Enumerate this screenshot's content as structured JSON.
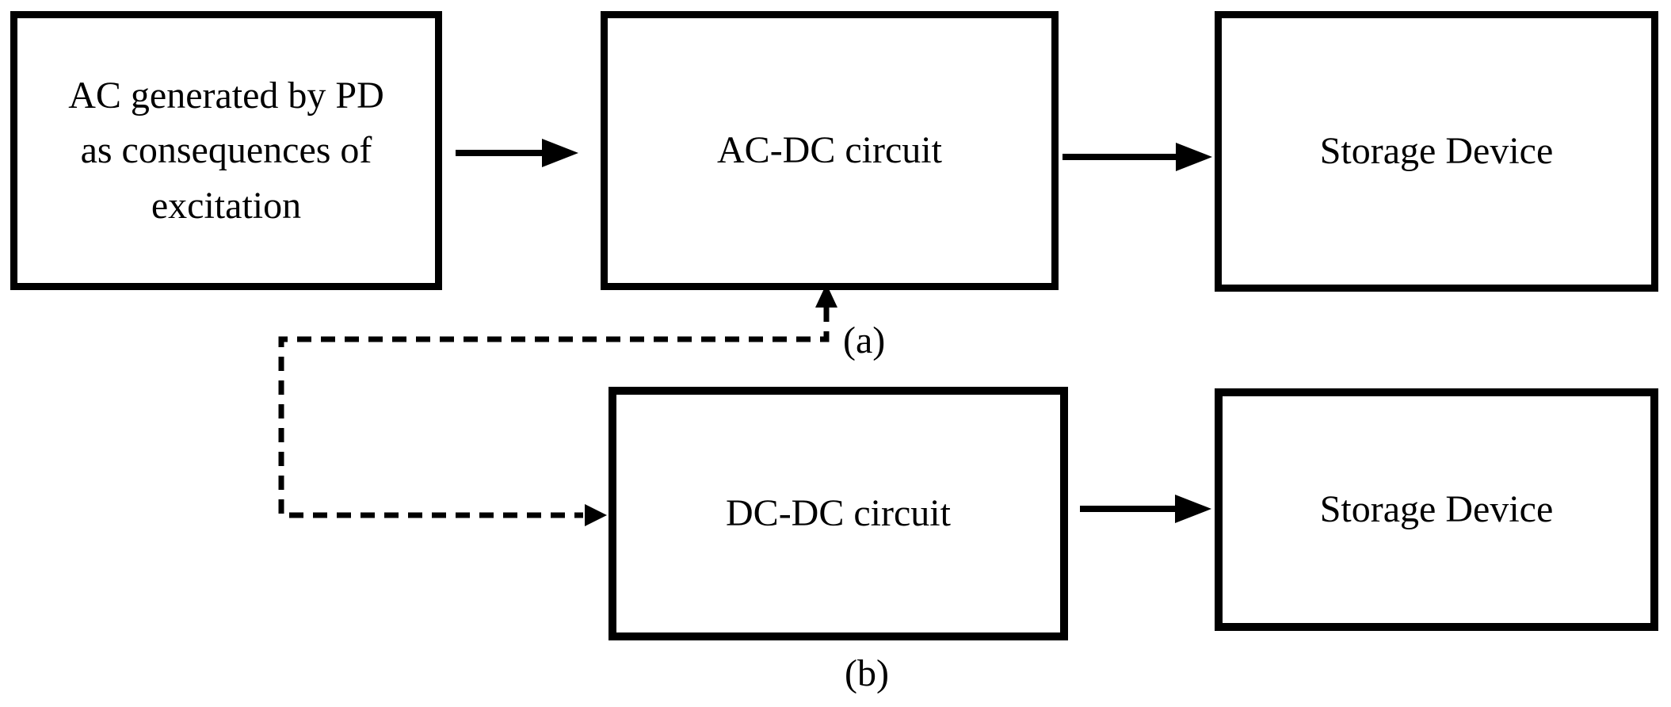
{
  "figure": {
    "background_color": "#ffffff",
    "ink_color": "#000000",
    "nodes": [
      {
        "id": "pd-source",
        "label": "AC generated by PD\nas consequences of\nexcitation"
      },
      {
        "id": "ac-dc-circuit",
        "label": "AC-DC circuit"
      },
      {
        "id": "storage-top",
        "label": "Storage Device"
      },
      {
        "id": "dc-dc-circuit",
        "label": "DC-DC circuit"
      },
      {
        "id": "storage-bottom",
        "label": "Storage Device"
      }
    ],
    "sublabels": {
      "a": "(a)",
      "b": "(b)"
    }
  }
}
